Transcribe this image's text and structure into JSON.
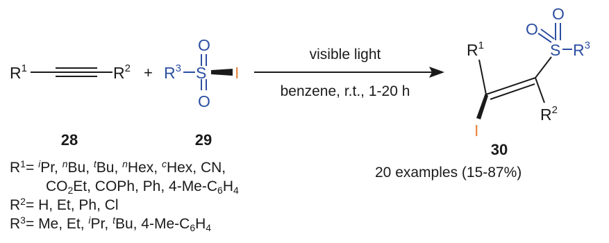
{
  "alkyne": {
    "left_label": "R",
    "left_sup": "1",
    "right_label": "R",
    "right_sup": "2",
    "number": "28"
  },
  "plus": "+",
  "sulfonyl_iodide": {
    "r_label": "R",
    "r_sup": "3",
    "s_label": "S",
    "o_top": "O",
    "o_bottom": "O",
    "i_label": "I",
    "number": "29"
  },
  "conditions": {
    "above": "visible light",
    "below": "benzene, r.t., 1-20 h"
  },
  "product": {
    "r1_label": "R",
    "r1_sup": "1",
    "o1": "O",
    "s_label": "S",
    "o2": "O",
    "r3_label": "R",
    "r3_sup": "3",
    "i_label": "I",
    "r2_label": "R",
    "r2_sup": "2",
    "number": "30"
  },
  "substituents": {
    "r1_prefix": "R",
    "r1_sup": "1",
    "r1_eq": "= ",
    "r1_pr_sup": "i",
    "r1_pr": "Pr, ",
    "r1_bu_sup": "n",
    "r1_bu": "Bu, ",
    "r1_tbu_sup": "t",
    "r1_tbu": "Bu, ",
    "r1_hex_sup": "n",
    "r1_hex": "Hex, ",
    "r1_chex_sup": "c",
    "r1_chex": "Hex, CN,",
    "r1_line2_a": "CO",
    "r1_line2_sub1": "2",
    "r1_line2_b": "Et, COPh, Ph, 4-Me-C",
    "r1_line2_sub2": "6",
    "r1_line2_c": "H",
    "r1_line2_sub3": "4",
    "r2_prefix": "R",
    "r2_sup": "2",
    "r2_text": "= H, Et, Ph, Cl",
    "r3_prefix": "R",
    "r3_sup": "3",
    "r3_text1": "= Me, Et, ",
    "r3_pr_sup": "i",
    "r3_text2": "Pr, ",
    "r3_bu_sup": "t",
    "r3_text3": "Bu, 4-Me-C",
    "r3_sub1": "6",
    "r3_text4": "H",
    "r3_sub2": "4"
  },
  "yield_note": "20 examples (15-87%)",
  "colors": {
    "black": "#1a1a1a",
    "blue": "#2b4ea0",
    "orange": "#e8823a"
  }
}
